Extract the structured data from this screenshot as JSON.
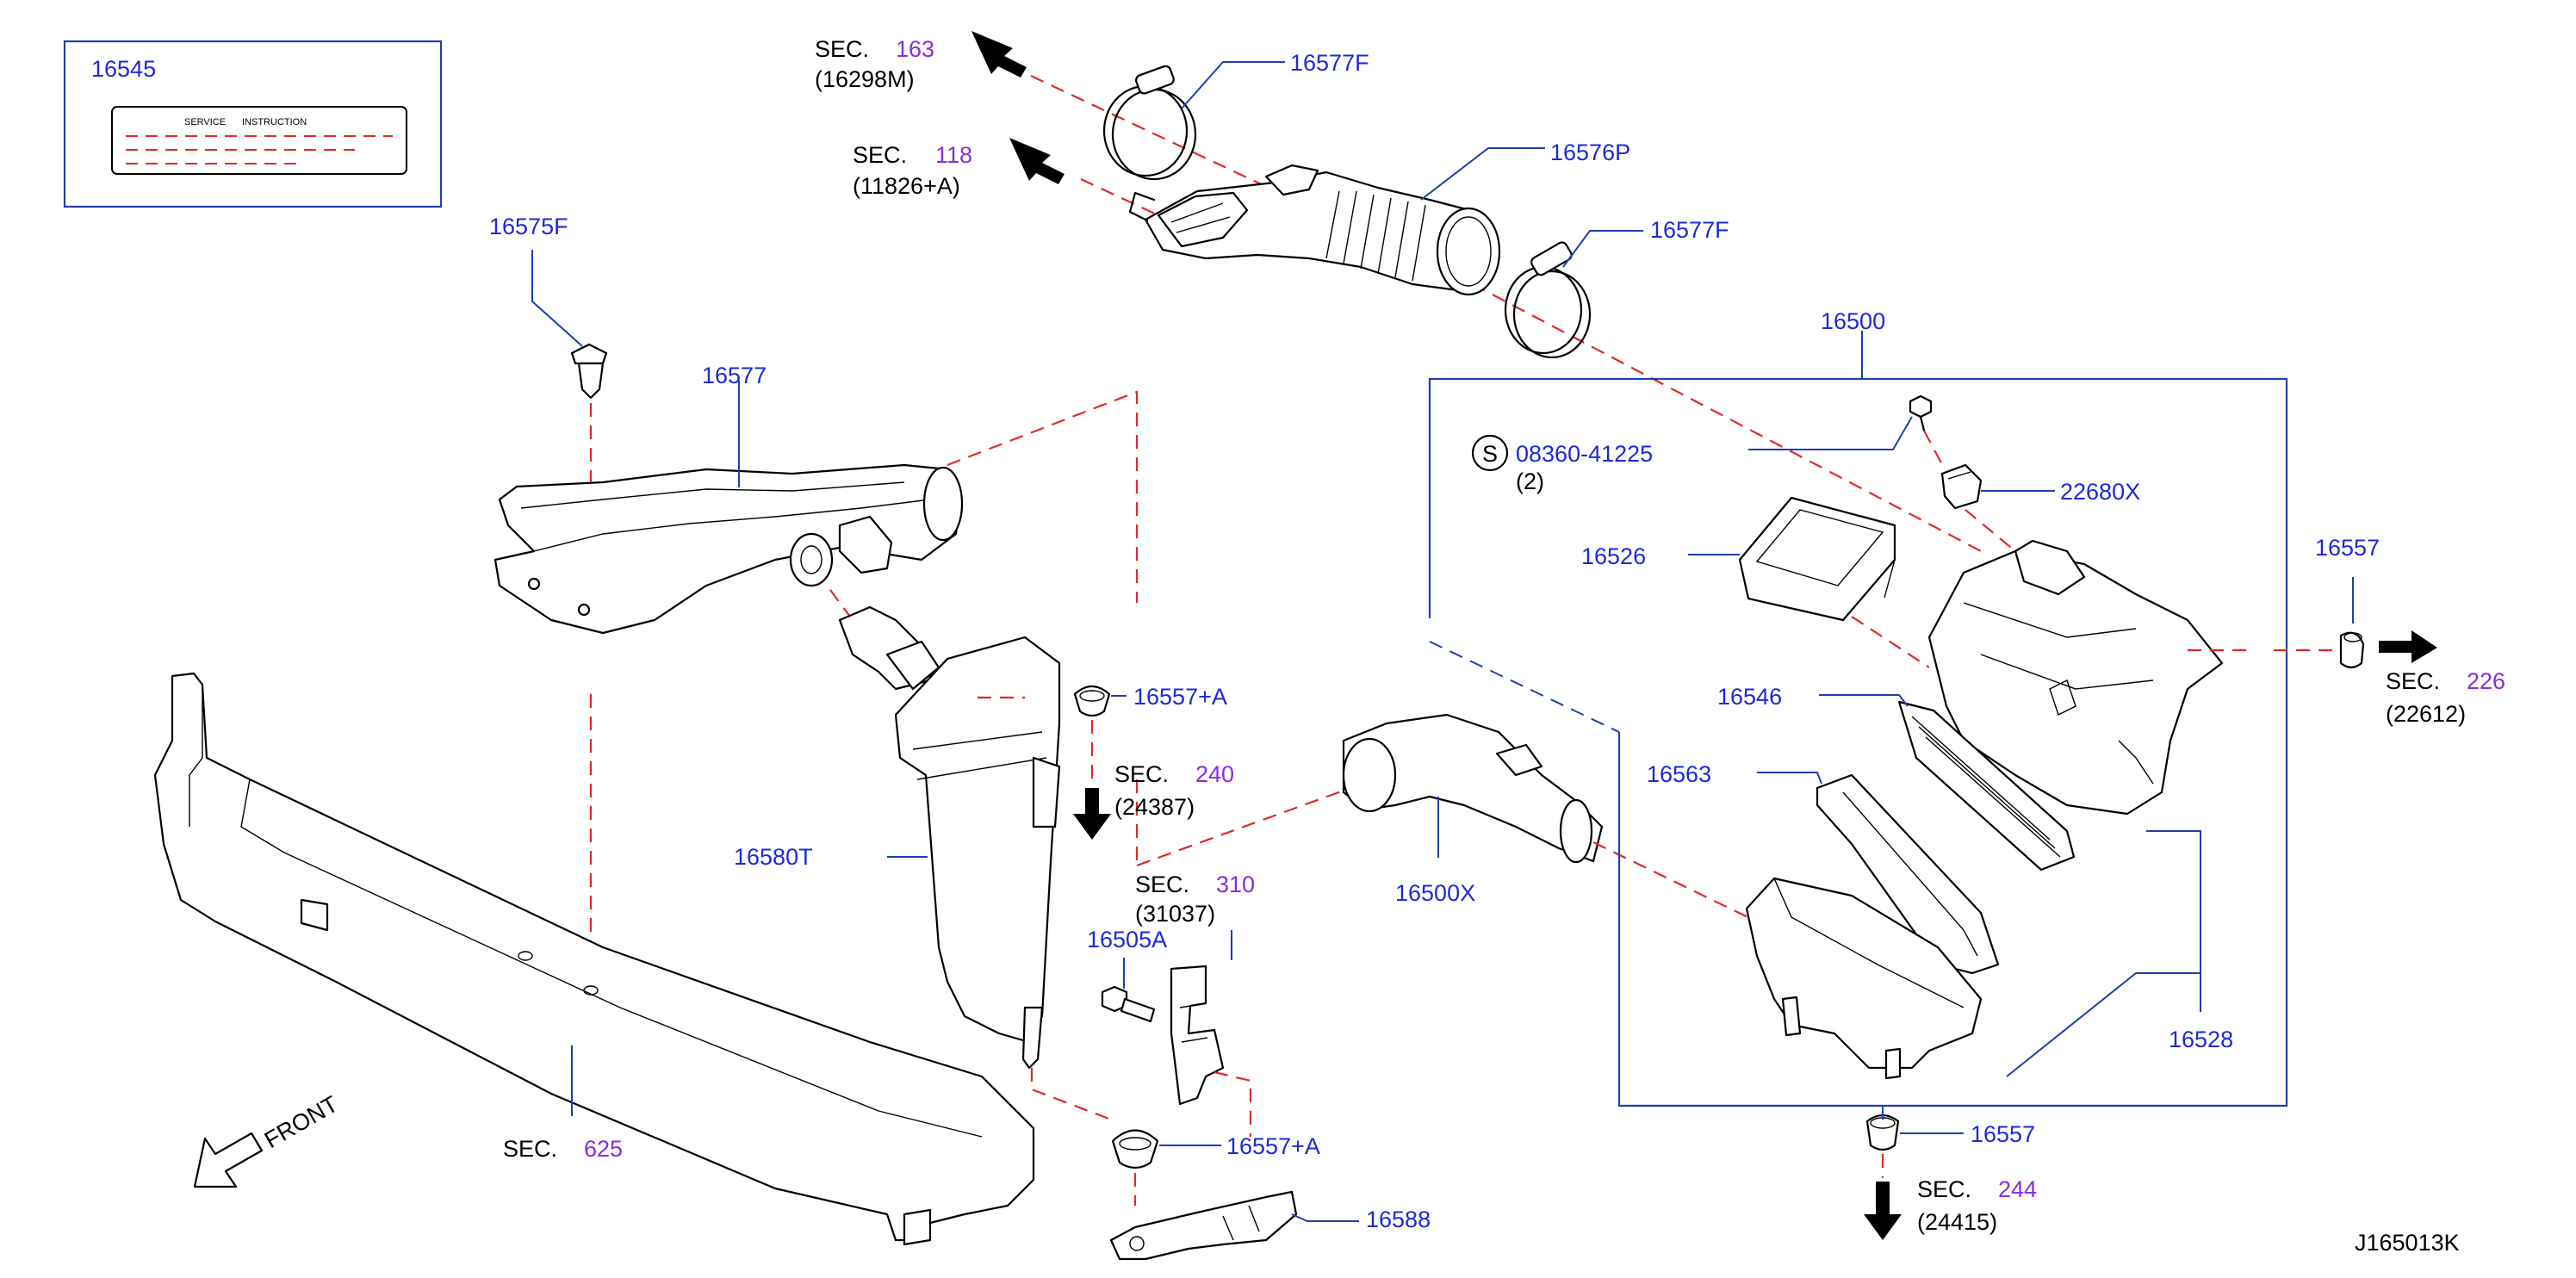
{
  "drawing_id": "J165013K",
  "front_label": "FRONT",
  "label_box": {
    "part": "16545",
    "card_text": [
      "SERVICE",
      "INSTRUCTION"
    ]
  },
  "parts": {
    "p16577F_top": "16577F",
    "p16576P": "16576P",
    "p16577F_mid": "16577F",
    "p16575F": "16575F",
    "p16577": "16577",
    "p16500": "16500",
    "p08360": "08360-41225",
    "p08360_qty": "(2)",
    "s_symbol": "S",
    "p22680X": "22680X",
    "p16526": "16526",
    "p16557_right": "16557",
    "p16546": "16546",
    "p16563": "16563",
    "p16557A_top": "16557+A",
    "p16580T": "16580T",
    "p16500X": "16500X",
    "p16505A": "16505A",
    "p16528": "16528",
    "p16557A_bottom": "16557+A",
    "p16557_bottom": "16557",
    "p16588": "16588"
  },
  "sections": {
    "sec163": {
      "prefix": "SEC.",
      "num": "163",
      "ref": "(16298M)"
    },
    "sec118": {
      "prefix": "SEC.",
      "num": "118",
      "ref": "(11826+A)"
    },
    "sec240": {
      "prefix": "SEC.",
      "num": "240",
      "ref": "(24387)"
    },
    "sec310": {
      "prefix": "SEC.",
      "num": "310",
      "ref": "(31037)"
    },
    "sec226": {
      "prefix": "SEC.",
      "num": "226",
      "ref": "(22612)"
    },
    "sec625": {
      "prefix": "SEC.",
      "num": "625"
    },
    "sec244": {
      "prefix": "SEC.",
      "num": "244",
      "ref": "(24415)"
    }
  },
  "colors": {
    "part_number": "#1a2bd6",
    "section_number": "#8a2be2",
    "leader_line": "#1f3fae",
    "connection_dash": "#e0282a"
  }
}
